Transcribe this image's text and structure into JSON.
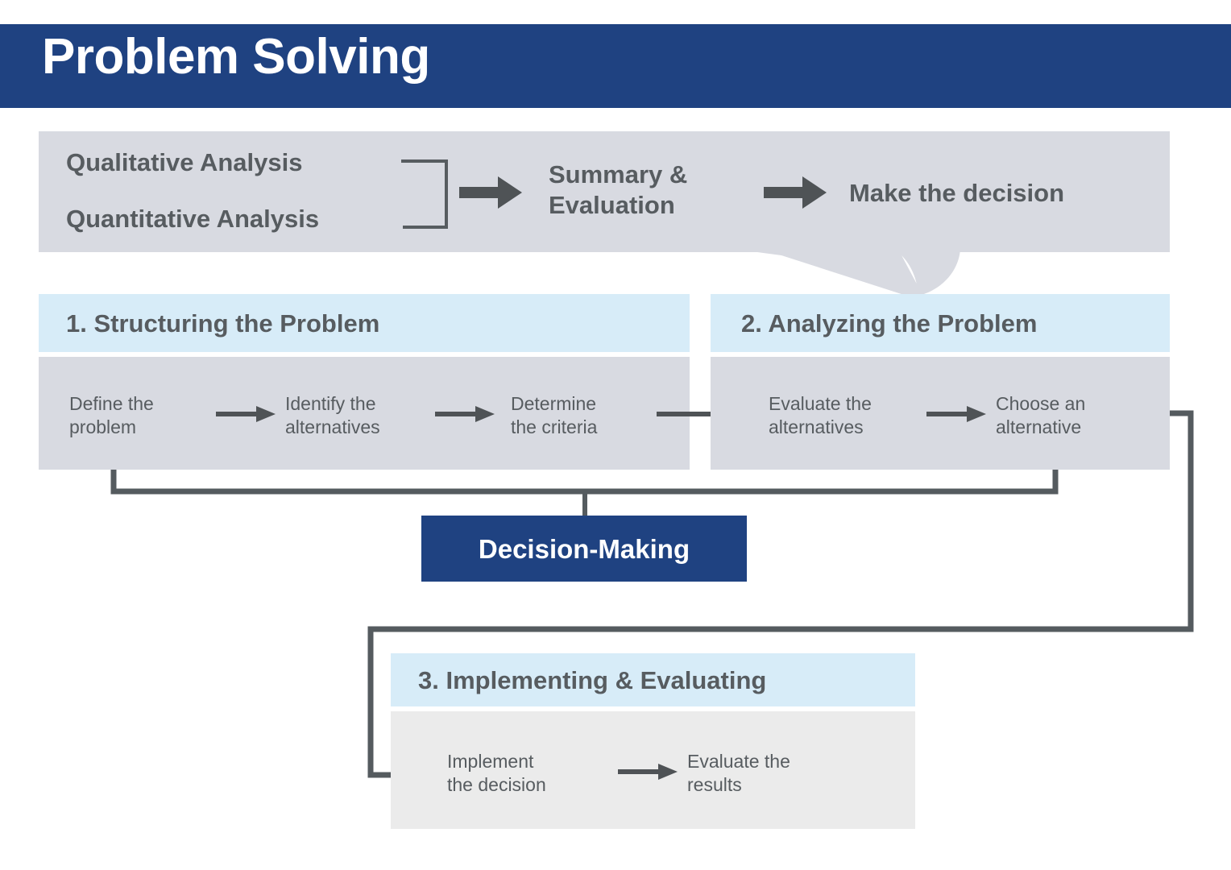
{
  "title": "Problem Solving",
  "colors": {
    "navy": "#1f4281",
    "panel_gray": "#d8dae1",
    "header_blue": "#d7ecf8",
    "light_gray": "#ebebeb",
    "text_gray": "#575c60",
    "line_gray": "#555b5f"
  },
  "callout": {
    "inputs": [
      "Qualitative Analysis",
      "Quantitative Analysis"
    ],
    "summary": "Summary &\nEvaluation",
    "decision": "Make the decision"
  },
  "stages": [
    {
      "header": "1. Structuring the Problem",
      "steps": [
        "Define the\nproblem",
        "Identify the\nalternatives",
        "Determine\nthe criteria"
      ]
    },
    {
      "header": "2. Analyzing the Problem",
      "steps": [
        "Evaluate the\nalternatives",
        "Choose an\nalternative"
      ]
    },
    {
      "header": "3. Implementing & Evaluating",
      "steps": [
        "Implement\nthe decision",
        "Evaluate the\nresults"
      ]
    }
  ],
  "decision_box": {
    "label": "Decision-Making"
  }
}
